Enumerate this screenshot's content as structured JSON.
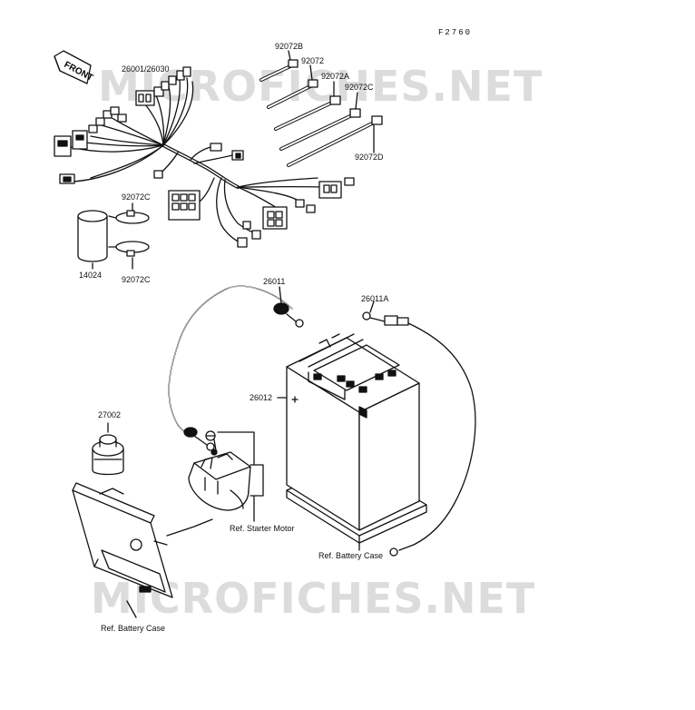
{
  "figure_code": "F2760",
  "watermark": "MICROFICHES.NET",
  "front_tag": "FRONT",
  "labels": {
    "p26001": "26001/26030",
    "p92072B": "92072B",
    "p92072": "92072",
    "p92072A": "92072A",
    "p92072C_top": "92072C",
    "p92072D": "92072D",
    "p92072C_left1": "92072C",
    "p14024": "14024",
    "p92072C_left2": "92072C",
    "p26011": "26011",
    "p26011A": "26011A",
    "p26012": "26012",
    "p27002": "27002",
    "ref_starter": "Ref. Starter Motor",
    "ref_battery_case_right": "Ref. Battery Case",
    "ref_battery_case_left": "Ref. Battery Case"
  }
}
